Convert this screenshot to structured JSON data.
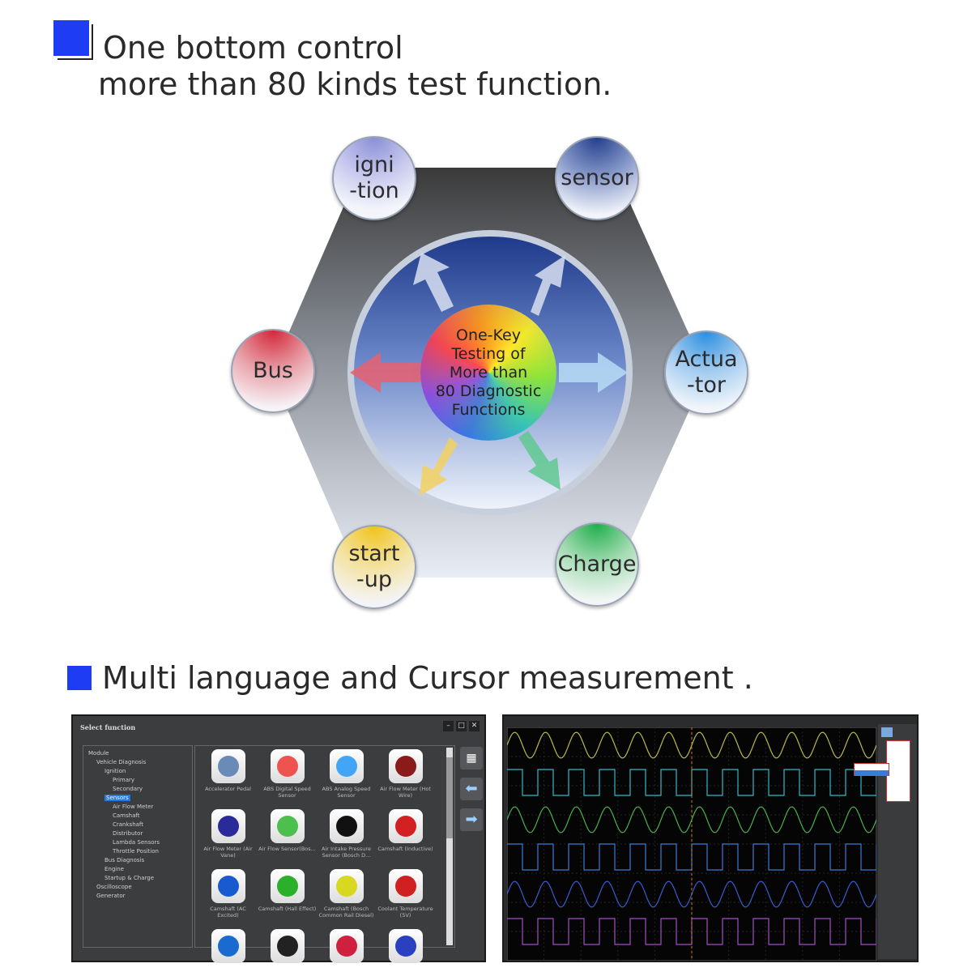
{
  "section1": {
    "line1": "One bottom control",
    "line2": "more than 80 kinds test function."
  },
  "diagram": {
    "center": "One-Key\nTesting of\nMore than\n80 Diagnostic\nFunctions",
    "nodes": [
      {
        "label": "igni\n-tion",
        "color": "#8a8fd6"
      },
      {
        "label": "sensor",
        "color": "#2f4fa0"
      },
      {
        "label": "Bus",
        "color": "#d2283a"
      },
      {
        "label": "Actua\n-tor",
        "color": "#2b8ee0"
      },
      {
        "label": "start\n-up",
        "color": "#f0c419"
      },
      {
        "label": "Charge",
        "color": "#1fae4b"
      }
    ]
  },
  "section2": {
    "title": "Multi language and Cursor measurement ."
  },
  "select_window": {
    "title": "Select function",
    "controls": [
      "–",
      "□",
      "✕"
    ],
    "tree": [
      {
        "label": "Module",
        "level": 0
      },
      {
        "label": "Vehicle Diagnosis",
        "level": 1
      },
      {
        "label": "Ignition",
        "level": 2
      },
      {
        "label": "Primary",
        "level": 3
      },
      {
        "label": "Secondary",
        "level": 3
      },
      {
        "label": "Sensors",
        "level": 2,
        "selected": true
      },
      {
        "label": "Air Flow Meter",
        "level": 3
      },
      {
        "label": "Camshaft",
        "level": 3
      },
      {
        "label": "Crankshaft",
        "level": 3
      },
      {
        "label": "Distributor",
        "level": 3
      },
      {
        "label": "Lambda Sensors",
        "level": 3
      },
      {
        "label": "Throttle Position",
        "level": 3
      },
      {
        "label": "Bus Diagnosis",
        "level": 2
      },
      {
        "label": "Engine",
        "level": 2
      },
      {
        "label": "Startup & Charge",
        "level": 2
      },
      {
        "label": "Oscilloscope",
        "level": 1
      },
      {
        "label": "Generator",
        "level": 1
      }
    ],
    "tiles": [
      {
        "label": "Accelerator Pedal",
        "color": "#6a8ab8"
      },
      {
        "label": "ABS Digital Speed Sensor",
        "color": "#ef5350"
      },
      {
        "label": "ABS Analog Speed Sensor",
        "color": "#42a5f5"
      },
      {
        "label": "Air Flow Meter (Hot Wire)",
        "color": "#8b1a1a"
      },
      {
        "label": "Air Flow Meter (Air Vane)",
        "color": "#2a2a9a"
      },
      {
        "label": "Air Flow Sensor(Bos...",
        "color": "#4cbf4c"
      },
      {
        "label": "Air Intake Pressure Sensor (Bosch D...",
        "color": "#111111"
      },
      {
        "label": "Camshaft (Inductive)",
        "color": "#d32020"
      },
      {
        "label": "Camshaft (AC Excited)",
        "color": "#1a5ad0"
      },
      {
        "label": "Camshaft (Hall Effect)",
        "color": "#2ab02a"
      },
      {
        "label": "Camshaft (Bosch Common Rail Diesel)",
        "color": "#d8d820"
      },
      {
        "label": "Coolant Temperature (5V)",
        "color": "#d02020"
      },
      {
        "label": "",
        "color": "#1a6ad0"
      },
      {
        "label": "",
        "color": "#222222"
      },
      {
        "label": "",
        "color": "#d02040"
      },
      {
        "label": "",
        "color": "#2a40c0"
      }
    ],
    "side_buttons": [
      "qr-code",
      "back-arrow",
      "forward-arrow"
    ]
  },
  "scope_window": {
    "traces": [
      {
        "type": "sine",
        "color": "#b8b84a"
      },
      {
        "type": "square",
        "color": "#3ab8c8"
      },
      {
        "type": "sine",
        "color": "#4ab04a"
      },
      {
        "type": "square",
        "color": "#3a7ad8"
      },
      {
        "type": "sine",
        "color": "#3a5ad0"
      },
      {
        "type": "square",
        "color": "#a050c0"
      }
    ]
  }
}
